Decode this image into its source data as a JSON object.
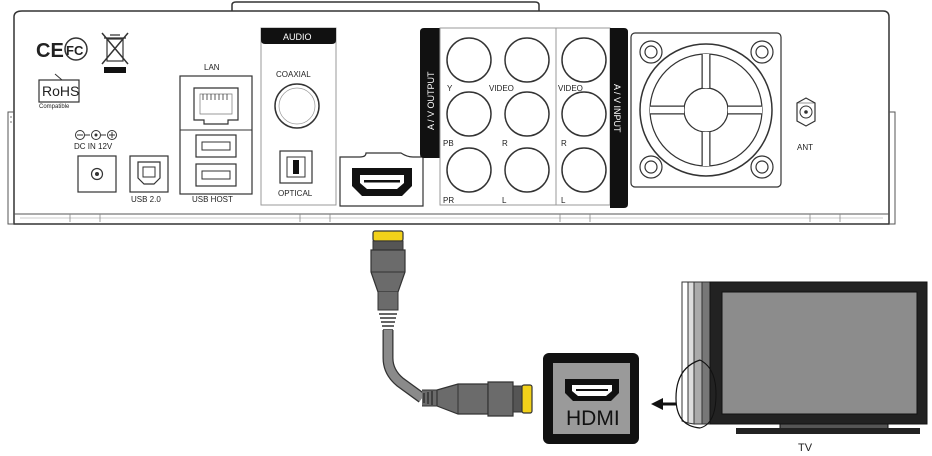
{
  "device": {
    "certifications": {
      "ce": "CE",
      "fcc": "FC",
      "rohs": "RoHS",
      "rohs_sub": "Compatible"
    },
    "power": {
      "label": "DC IN 12V"
    },
    "usb": {
      "usb2_label": "USB 2.0",
      "host_label": "USB HOST"
    },
    "lan": {
      "label": "LAN"
    },
    "audio": {
      "header": "AUDIO",
      "coaxial_label": "COAXIAL",
      "optical_label": "OPTICAL"
    },
    "av_output": {
      "side_label": "A / V OUTPUT",
      "labels": {
        "y": "Y",
        "video": "VIDEO",
        "pb": "PB",
        "r": "R",
        "pr": "PR",
        "l": "L"
      }
    },
    "av_input": {
      "side_label": "A / V INPUT",
      "labels": {
        "video": "VIDEO",
        "r": "R",
        "l": "L"
      }
    },
    "antenna": {
      "label": "ANT"
    }
  },
  "tv": {
    "port_label": "HDMI",
    "label": "TV"
  },
  "colors": {
    "connector_gold": "#f2d11a",
    "cable": "#8a8a8a",
    "plug_body": "#6b6b6b",
    "tv_screen": "#8c8c8c",
    "tv_bezel": "#222222"
  }
}
